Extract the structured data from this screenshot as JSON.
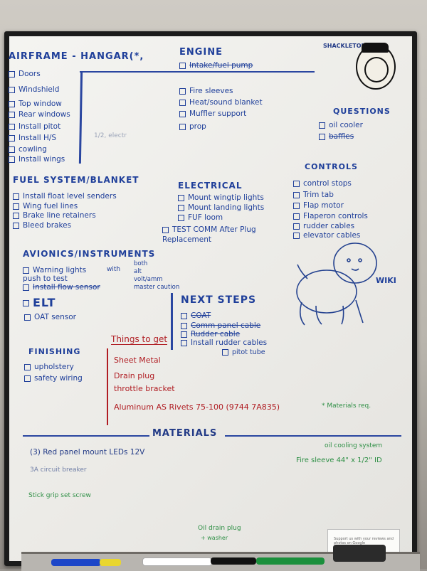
{
  "airframe": {
    "title": "AIRFRAME - HANGAR(*,",
    "items": [
      "Doors",
      "Windshield",
      "Top window",
      "Rear windows",
      "Install pitot",
      "Install H/S",
      "cowling",
      "Install wings"
    ],
    "note": "1/2, electr"
  },
  "engine": {
    "title": "ENGINE",
    "items": [
      "Intake/fuel pump",
      "Fire sleeves",
      "Heat/sound blanket",
      "Muffler support",
      "prop"
    ]
  },
  "shackleton": "SHACKLETON",
  "questions": {
    "title": "QUESTIONS",
    "items": [
      "oil cooler",
      "baffles"
    ]
  },
  "fuel": {
    "title": "FUEL SYSTEM/BLANKET",
    "items": [
      "Install float level senders",
      "Wing fuel lines",
      "Brake line retainers",
      "Bleed brakes"
    ]
  },
  "electrical": {
    "title": "ELECTRICAL",
    "items": [
      "Mount wingtip lights",
      "Mount landing lights",
      "FUF loom",
      "TEST COMM After Plug Replacement"
    ]
  },
  "controls": {
    "title": "CONTROLS",
    "items": [
      "control stops",
      "Trim tab",
      "Flap motor",
      "Flaperon controls",
      "rudder cables",
      "elevator cables"
    ]
  },
  "avionics": {
    "title": "AVIONICS/INSTRUMENTS",
    "items": [
      "Warning lights push to test",
      "Install flow sensor",
      "ELT",
      "OAT sensor"
    ],
    "with_label": "with",
    "with_items": [
      "both",
      "alt",
      "volt/amm",
      "master caution"
    ]
  },
  "wiki": "WIKI",
  "next_steps": {
    "title": "NEXT STEPS",
    "items": [
      "COAT",
      "Comm panel cable",
      "Rudder cable",
      "Install rudder cables",
      "pitot tube"
    ]
  },
  "finishing": {
    "title": "FINISHING",
    "items": [
      "upholstery",
      "safety wiring"
    ]
  },
  "things_to_get": {
    "title": "Things to get",
    "items": [
      "Sheet Metal",
      "Drain plug",
      "throttle bracket",
      "Aluminum AS Rivets 75-100 (9744 7A835)"
    ]
  },
  "materials_req": "* Materials req.",
  "materials": {
    "title": "MATERIALS",
    "items": [
      "(3) Red panel mount LEDs 12V",
      "3A circuit breaker",
      "oil cooling system",
      "Fire sleeve 44\" x 1/2\" ID",
      "Stick grip set screw",
      "Oil drain plug",
      "+ washer"
    ]
  },
  "magnet": "Support us with your reviews and photos on Google",
  "colors": {
    "blue": "#1f3f9a",
    "red": "#b01c22",
    "green": "#2e8f45",
    "frame": "#1b1b1b"
  }
}
